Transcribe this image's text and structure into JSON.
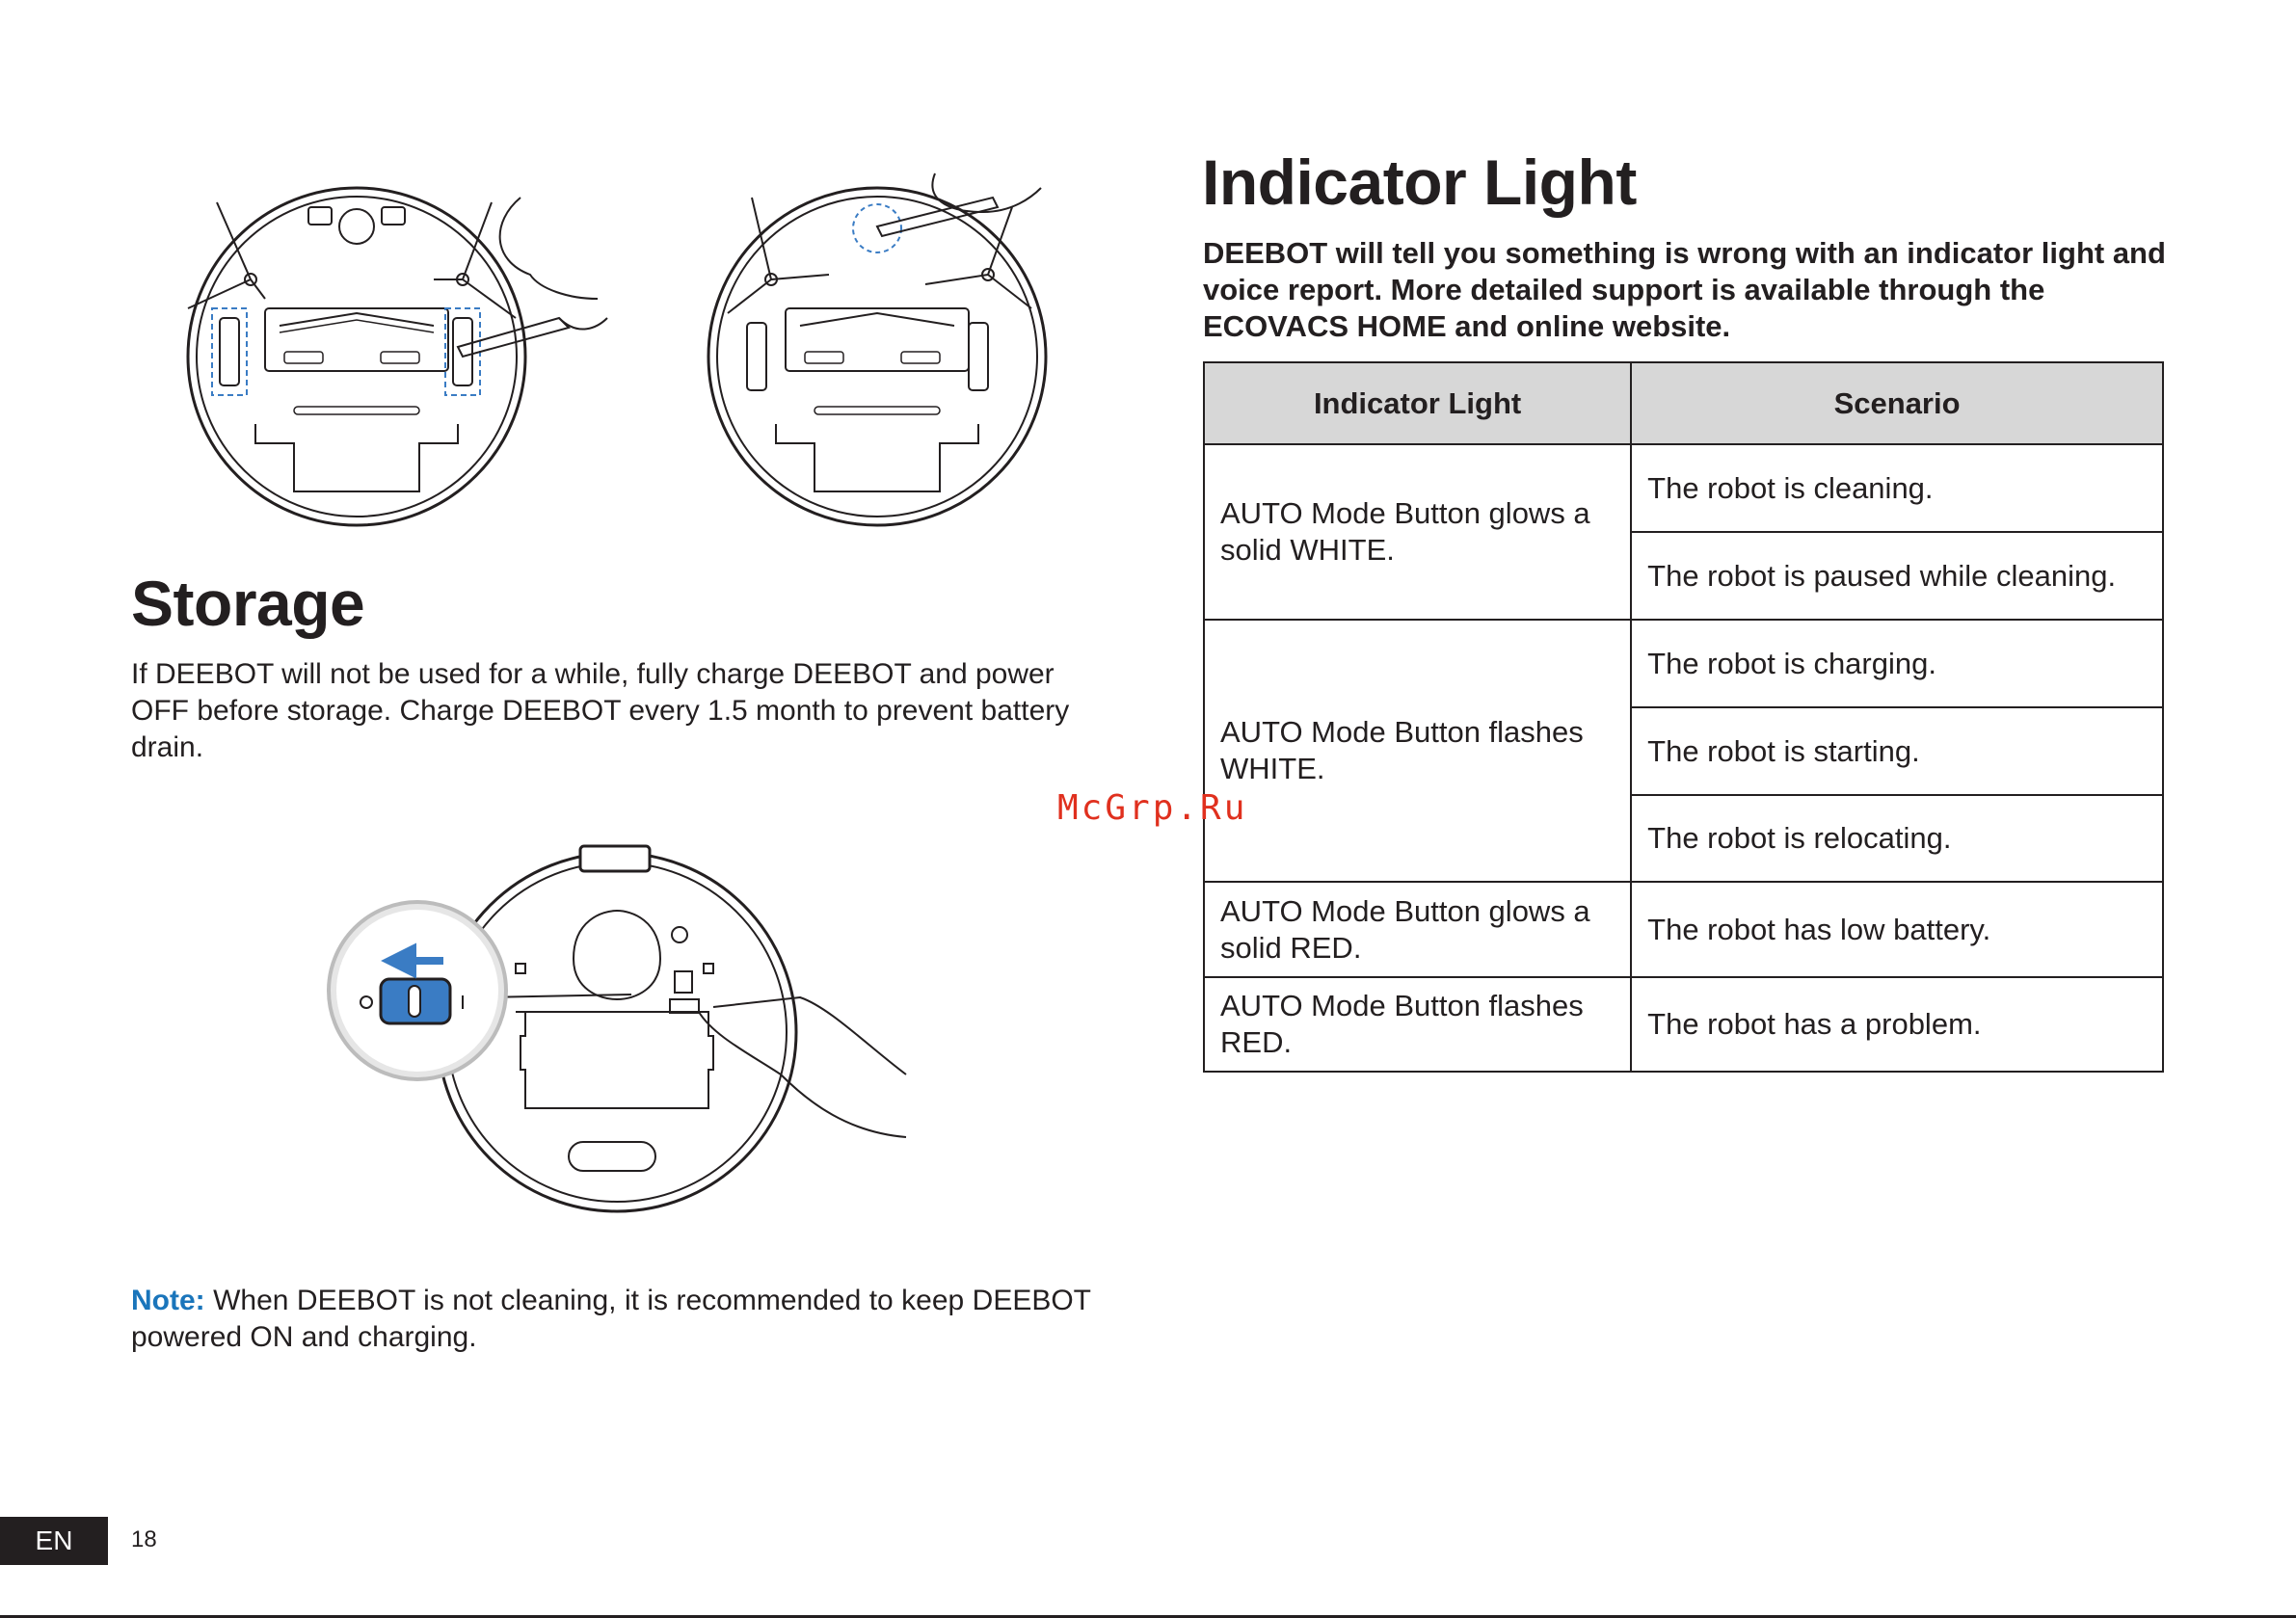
{
  "storage": {
    "title": "Storage",
    "body": "If DEEBOT will not be used for a while, fully charge DEEBOT and power OFF before storage. Charge DEEBOT every 1.5 month to prevent battery drain.",
    "note_label": "Note:",
    "note_text": "When DEEBOT is not cleaning, it is recommended to keep DEEBOT powered ON and charging."
  },
  "indicator": {
    "title": "Indicator Light",
    "lead": "DEEBOT will tell you something is wrong with an indicator light and voice report. More detailed support is available through the ECOVACS HOME and online website.",
    "table": {
      "headers": [
        "Indicator Light",
        "Scenario"
      ],
      "groups": [
        {
          "light": "AUTO Mode Button glows a solid WHITE.",
          "scenarios": [
            "The robot is cleaning.",
            "The robot is paused while cleaning."
          ]
        },
        {
          "light": "AUTO Mode Button flashes WHITE.",
          "scenarios": [
            "The robot is charging.",
            "The robot is starting.",
            "The robot is relocating."
          ]
        },
        {
          "light": "AUTO Mode Button glows a solid RED.",
          "scenarios": [
            "The robot has low battery."
          ]
        },
        {
          "light": "AUTO Mode Button flashes RED.",
          "scenarios": [
            "The robot has a problem."
          ]
        }
      ]
    }
  },
  "footer": {
    "lang": "EN",
    "page": "18"
  },
  "watermark": "McGrp.Ru",
  "colors": {
    "accent_blue": "#1a75bb",
    "switch_blue": "#3a7cc4",
    "table_header_bg": "#d7d7d7"
  }
}
